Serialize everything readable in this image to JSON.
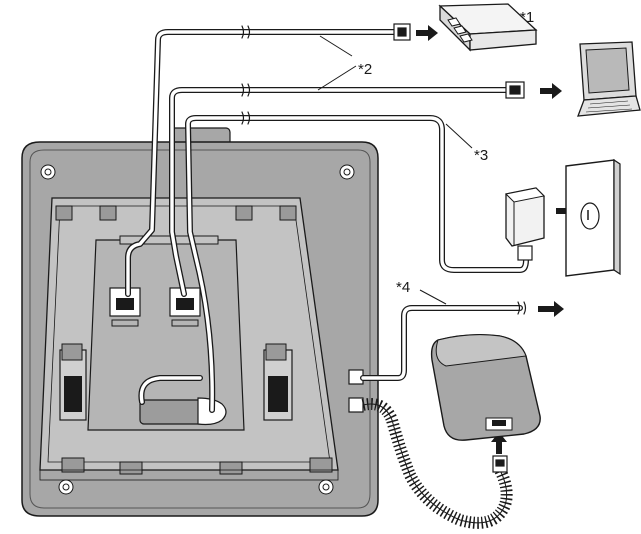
{
  "callouts": {
    "c1": "*1",
    "c2": "*2",
    "c3": "*3",
    "c4": "*4"
  },
  "icons": {
    "phone_base": "desk-phone-base-underside-icon",
    "switch": "network-switch-hub-icon",
    "computer": "laptop-computer-icon",
    "adaptor": "ac-adaptor-icon",
    "outlet": "wall-outlet-icon",
    "handset": "handset-icon"
  },
  "colors": {
    "line": "#1a1a1a",
    "base_fill": "#a7a7a7",
    "base_inner": "#c3c3c3",
    "cable_fill": "#ffffff",
    "device_fill": "#e6e6e6",
    "screen_fill": "#c9c9c9"
  }
}
